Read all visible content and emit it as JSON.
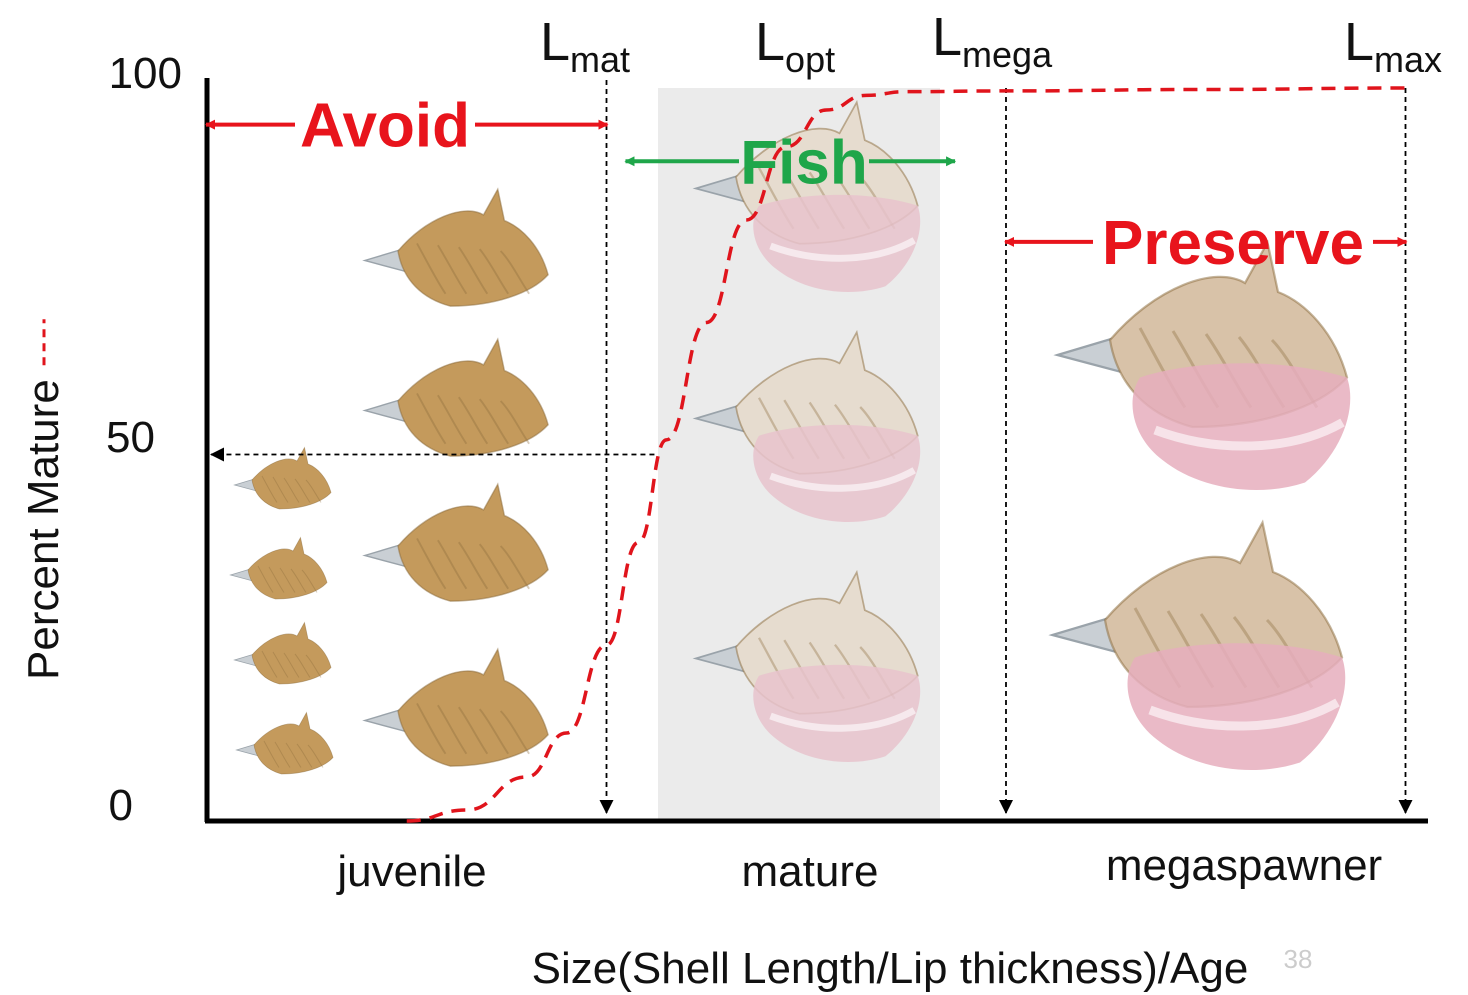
{
  "colors": {
    "avoid": "#e8141c",
    "fish": "#1fa64a",
    "preserve": "#e8141c",
    "curve": "#e0141c",
    "axis": "#000000",
    "mature_band": "#ebebeb",
    "juvenile_shell": "#c49a5c",
    "mature_shell": "#e6dccf",
    "mature_lip": "#e8c3cc",
    "mega_shell": "#d8c2a8",
    "mega_lip": "#e6aebd"
  },
  "chart_data": {
    "type": "line",
    "ylabel": "Percent Mature",
    "xlabel": "Size(Shell Length/Lip thickness)/Age",
    "yticks": [
      "0",
      "50",
      "100"
    ],
    "ylim": [
      0,
      100
    ],
    "xlim": [
      0,
      3
    ],
    "categories": [
      "juvenile",
      "mature",
      "megaspawner"
    ],
    "markers": [
      {
        "sub": "mat",
        "x": 1.0
      },
      {
        "sub": "opt",
        "x": 1.5
      },
      {
        "sub": "mega",
        "x": 2.0
      },
      {
        "sub": "max",
        "x": 3.0
      }
    ],
    "curve": {
      "style": "dashed",
      "x": [
        0.5,
        0.65,
        0.8,
        0.9,
        1.0,
        1.08,
        1.15,
        1.25,
        1.35,
        1.45,
        1.55,
        1.65,
        1.75,
        2.0,
        2.5,
        3.0
      ],
      "y": [
        0,
        1.5,
        6,
        12,
        24,
        38,
        52,
        68,
        82,
        92,
        97,
        99,
        99.5,
        99.6,
        99.8,
        100
      ]
    },
    "zones": [
      {
        "label": "Avoid",
        "from": 0,
        "to": 1.0,
        "y": 95
      },
      {
        "label": "Fish",
        "from": 1.05,
        "to": 1.87,
        "y": 90
      },
      {
        "label": "Preserve",
        "from": 2.0,
        "to": 3.0,
        "y": 79
      }
    ],
    "annotation_50": {
      "from_x": 1.12,
      "y": 50
    }
  },
  "page_number": "38"
}
